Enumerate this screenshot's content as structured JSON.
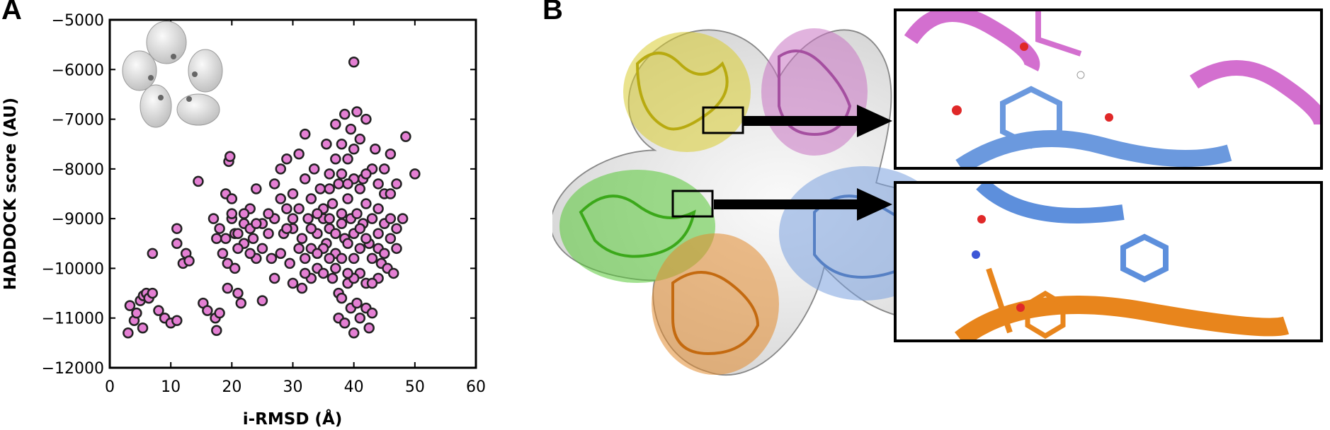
{
  "panels": {
    "a_label": "A",
    "b_label": "B"
  },
  "chart_data": {
    "type": "scatter",
    "xlabel": "i-RMSD (Å)",
    "ylabel": "HADDOCK score (AU)",
    "xlim": [
      0,
      60
    ],
    "ylim": [
      -12000,
      -5000
    ],
    "xticks": [
      0,
      10,
      20,
      30,
      40,
      50,
      60
    ],
    "yticks": [
      -5000,
      -6000,
      -7000,
      -8000,
      -9000,
      -10000,
      -11000,
      -12000
    ],
    "marker_color": "#e47fd3",
    "marker_edge_color": "#222222",
    "grid": false,
    "points": [
      [
        3,
        -11300
      ],
      [
        3.3,
        -10750
      ],
      [
        4,
        -11050
      ],
      [
        4.4,
        -10900
      ],
      [
        5,
        -10650
      ],
      [
        5.4,
        -11200
      ],
      [
        5.5,
        -10550
      ],
      [
        6,
        -10500
      ],
      [
        6.4,
        -10600
      ],
      [
        7,
        -10500
      ],
      [
        7,
        -9700
      ],
      [
        8,
        -10850
      ],
      [
        9,
        -11000
      ],
      [
        10,
        -11100
      ],
      [
        11,
        -11050
      ],
      [
        11,
        -9200
      ],
      [
        11,
        -9500
      ],
      [
        12,
        -9900
      ],
      [
        12.5,
        -9700
      ],
      [
        13,
        -9850
      ],
      [
        14.5,
        -8250
      ],
      [
        15.3,
        -10700
      ],
      [
        16,
        -10850
      ],
      [
        17,
        -9000
      ],
      [
        17.3,
        -11000
      ],
      [
        17.5,
        -11250
      ],
      [
        18,
        -10900
      ],
      [
        18.5,
        -9700
      ],
      [
        19,
        -8500
      ],
      [
        19.3,
        -9900
      ],
      [
        19.3,
        -10400
      ],
      [
        19.5,
        -7850
      ],
      [
        19.7,
        -7750
      ],
      [
        20,
        -8600
      ],
      [
        20,
        -9000
      ],
      [
        20.5,
        -9300
      ],
      [
        20.5,
        -10000
      ],
      [
        21,
        -9300
      ],
      [
        21,
        -10500
      ],
      [
        21.5,
        -10700
      ],
      [
        22,
        -9100
      ],
      [
        22,
        -9500
      ],
      [
        23,
        -8800
      ],
      [
        23,
        -9200
      ],
      [
        23.5,
        -9400
      ],
      [
        24,
        -8400
      ],
      [
        24,
        -9800
      ],
      [
        25,
        -10650
      ],
      [
        25,
        -9600
      ],
      [
        26,
        -9300
      ],
      [
        26.5,
        -9800
      ],
      [
        27,
        -8300
      ],
      [
        27,
        -10200
      ],
      [
        28,
        -8000
      ],
      [
        28,
        -9700
      ],
      [
        28.5,
        -9300
      ],
      [
        29,
        -7800
      ],
      [
        29,
        -8800
      ],
      [
        29.5,
        -9900
      ],
      [
        30,
        -8500
      ],
      [
        30,
        -9200
      ],
      [
        30,
        -10300
      ],
      [
        31,
        -7700
      ],
      [
        31,
        -8800
      ],
      [
        31.5,
        -9400
      ],
      [
        31.5,
        -10400
      ],
      [
        32,
        -7300
      ],
      [
        32,
        -8200
      ],
      [
        32.5,
        -9000
      ],
      [
        33,
        -9600
      ],
      [
        33,
        -8600
      ],
      [
        33.5,
        -8000
      ],
      [
        34,
        -9300
      ],
      [
        34,
        -10000
      ],
      [
        34.5,
        -8400
      ],
      [
        35,
        -9000
      ],
      [
        35,
        -8800
      ],
      [
        35.5,
        -9500
      ],
      [
        35.5,
        -7500
      ],
      [
        36,
        -8100
      ],
      [
        36,
        -9200
      ],
      [
        36.5,
        -10200
      ],
      [
        36.5,
        -8700
      ],
      [
        37,
        -7100
      ],
      [
        37,
        -9700
      ],
      [
        37.5,
        -10500
      ],
      [
        37.5,
        -11000
      ],
      [
        37.5,
        -8300
      ],
      [
        38,
        -7500
      ],
      [
        38,
        -8900
      ],
      [
        38,
        -10600
      ],
      [
        38.5,
        -6900
      ],
      [
        38.5,
        -9400
      ],
      [
        38.5,
        -11100
      ],
      [
        39,
        -7800
      ],
      [
        39,
        -8600
      ],
      [
        39,
        -10300
      ],
      [
        39.5,
        -7200
      ],
      [
        39.5,
        -9000
      ],
      [
        39.5,
        -10800
      ],
      [
        40,
        -5850
      ],
      [
        40,
        -7600
      ],
      [
        40,
        -8200
      ],
      [
        40,
        -9300
      ],
      [
        40,
        -11300
      ],
      [
        40.5,
        -6850
      ],
      [
        40.5,
        -8900
      ],
      [
        40.5,
        -10700
      ],
      [
        41,
        -7400
      ],
      [
        41,
        -9600
      ],
      [
        41,
        -11000
      ],
      [
        41.5,
        -8200
      ],
      [
        41.5,
        -9100
      ],
      [
        42,
        -7000
      ],
      [
        42,
        -8700
      ],
      [
        42,
        -10300
      ],
      [
        42,
        -10800
      ],
      [
        42.5,
        -11200
      ],
      [
        42.5,
        -9500
      ],
      [
        43,
        -8000
      ],
      [
        43,
        -9800
      ],
      [
        43,
        -10900
      ],
      [
        43.5,
        -7600
      ],
      [
        44,
        -8800
      ],
      [
        44,
        -9300
      ],
      [
        44.5,
        -9900
      ],
      [
        45,
        -8500
      ],
      [
        45,
        -9100
      ],
      [
        45.5,
        -10000
      ],
      [
        46,
        -7700
      ],
      [
        46,
        -9000
      ],
      [
        46.5,
        -10100
      ],
      [
        47,
        -8300
      ],
      [
        47,
        -9600
      ],
      [
        48,
        -9000
      ],
      [
        48.5,
        -7350
      ],
      [
        50,
        -8100
      ],
      [
        36,
        -9000
      ],
      [
        37,
        -9300
      ],
      [
        38,
        -9100
      ],
      [
        41,
        -9200
      ],
      [
        39,
        -9500
      ],
      [
        40,
        -9800
      ],
      [
        42,
        -9400
      ],
      [
        43,
        -9000
      ],
      [
        44,
        -9600
      ],
      [
        35,
        -9600
      ],
      [
        34,
        -8900
      ],
      [
        33,
        -9200
      ],
      [
        32,
        -9800
      ],
      [
        31,
        -9600
      ],
      [
        30,
        -9000
      ],
      [
        29,
        -9200
      ],
      [
        28,
        -8600
      ],
      [
        27,
        -9000
      ],
      [
        26,
        -8900
      ],
      [
        25,
        -9100
      ],
      [
        24,
        -9100
      ],
      [
        23,
        -9700
      ],
      [
        22,
        -8900
      ],
      [
        21,
        -9600
      ],
      [
        20,
        -8900
      ],
      [
        19,
        -9400
      ],
      [
        18,
        -9200
      ],
      [
        17.5,
        -9400
      ],
      [
        38,
        -8100
      ],
      [
        37,
        -7800
      ],
      [
        36,
        -8400
      ],
      [
        39,
        -8300
      ],
      [
        41,
        -8400
      ],
      [
        42,
        -8100
      ],
      [
        44,
        -8300
      ],
      [
        45,
        -8000
      ],
      [
        46,
        -8500
      ],
      [
        47,
        -9200
      ],
      [
        46,
        -9400
      ],
      [
        45,
        -9700
      ],
      [
        44,
        -10200
      ],
      [
        43,
        -10300
      ],
      [
        41,
        -10100
      ],
      [
        40,
        -10200
      ],
      [
        39,
        -10100
      ],
      [
        38,
        -9800
      ],
      [
        37,
        -10000
      ],
      [
        36,
        -9800
      ],
      [
        35,
        -10100
      ],
      [
        34,
        -9700
      ],
      [
        33,
        -10200
      ],
      [
        32,
        -10100
      ]
    ]
  },
  "inset_labels": []
}
